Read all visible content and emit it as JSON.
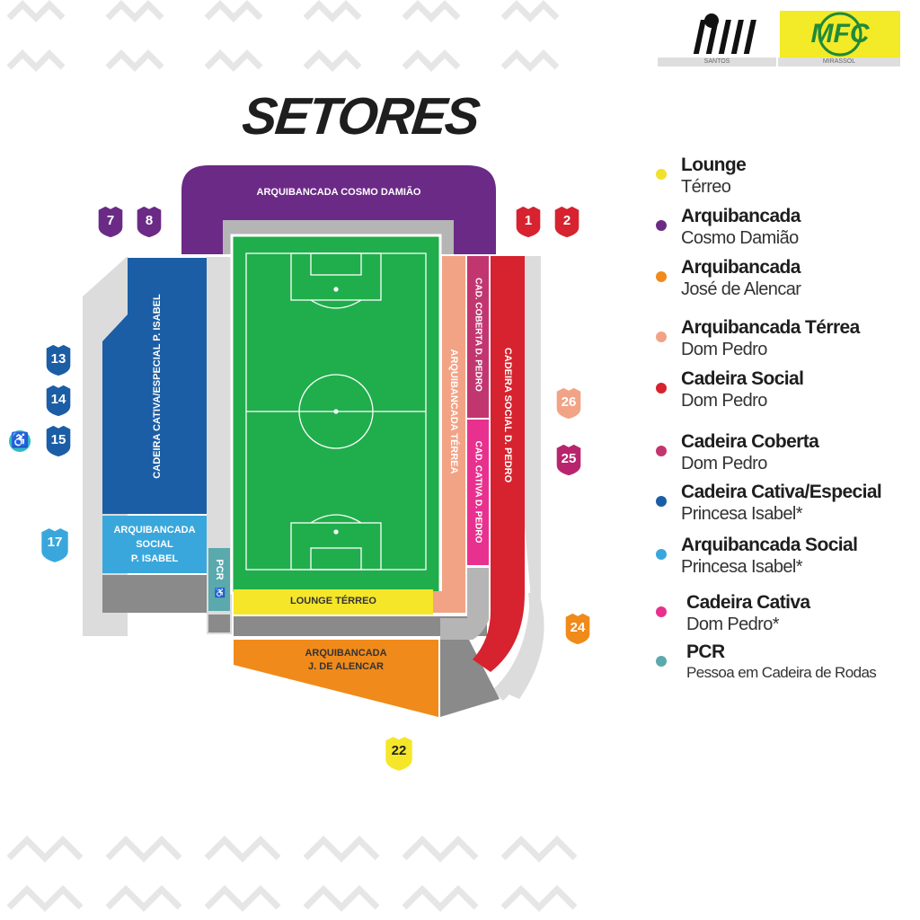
{
  "title": "SETORES",
  "logos": {
    "home_caption": "SANTOS",
    "away_caption": "MIRASSOL",
    "away_lettering": "MFC"
  },
  "sectors": {
    "cosmo_damiao": "ARQUIBANCADA COSMO DAMIÃO",
    "cativa_especial": "CADEIRA CATIVA/ESPECIAL P. ISABEL",
    "social_isabel_1": "ARQUIBANCADA",
    "social_isabel_2": "SOCIAL",
    "social_isabel_3": "P. ISABEL",
    "pcr": "PCR",
    "lounge": "LOUNGE TÉRREO",
    "alencar_1": "ARQUIBANCADA",
    "alencar_2": "J. DE ALENCAR",
    "terrea": "ARQUIBANCADA TÉRREA",
    "coberta": "CAD. COBERTA D. PEDRO",
    "cativa_pedro": "CAD. CATIVA D. PEDRO",
    "social_pedro": "CADEIRA SOCIAL D. PEDRO"
  },
  "gates": [
    {
      "id": "gate-7",
      "label": "7",
      "color": "#6b2a86"
    },
    {
      "id": "gate-8",
      "label": "8",
      "color": "#6b2a86"
    },
    {
      "id": "gate-1",
      "label": "1",
      "color": "#d6232f"
    },
    {
      "id": "gate-2",
      "label": "2",
      "color": "#d6232f"
    },
    {
      "id": "gate-13",
      "label": "13",
      "color": "#1b5ea6"
    },
    {
      "id": "gate-14",
      "label": "14",
      "color": "#1b5ea6"
    },
    {
      "id": "gate-15",
      "label": "15",
      "color": "#1b5ea6"
    },
    {
      "id": "gate-17",
      "label": "17",
      "color": "#3aa7dc"
    },
    {
      "id": "gate-26",
      "label": "26",
      "color": "#f2a386"
    },
    {
      "id": "gate-25",
      "label": "25",
      "color": "#b8256d"
    },
    {
      "id": "gate-24",
      "label": "24",
      "color": "#f08a1a"
    },
    {
      "id": "gate-22",
      "label": "22",
      "color": "#f5e62a"
    }
  ],
  "legend": [
    {
      "title": "Lounge",
      "subtitle": "Térreo",
      "color": "#f0e12a"
    },
    {
      "title": "Arquibancada",
      "subtitle": "Cosmo Damião",
      "color": "#6b2a86"
    },
    {
      "title": "Arquibancada",
      "subtitle": "José de Alencar",
      "color": "#f08a1a"
    },
    {
      "title": "Arquibancada Térrea",
      "subtitle": "Dom Pedro",
      "color": "#f2a386"
    },
    {
      "title": "Cadeira Social",
      "subtitle": "Dom Pedro",
      "color": "#d6232f"
    },
    {
      "title": "Cadeira Coberta",
      "subtitle": "Dom Pedro",
      "color": "#c2366f"
    },
    {
      "title": "Cadeira Cativa/Especial",
      "subtitle": "Princesa Isabel*",
      "color": "#1b5ea6"
    },
    {
      "title": "Arquibancada Social",
      "subtitle": "Princesa Isabel*",
      "color": "#3aa7dc"
    },
    {
      "title": "Cadeira Cativa",
      "subtitle": "Dom Pedro*",
      "color": "#e8308e"
    },
    {
      "title": "PCR",
      "subtitle": "Pessoa em Cadeira de Rodas",
      "color": "#5aa9ad"
    }
  ],
  "colors": {
    "pitch": "#1fae4b",
    "gray": "#8a8a8a",
    "light_gray": "#dcdcdc"
  }
}
